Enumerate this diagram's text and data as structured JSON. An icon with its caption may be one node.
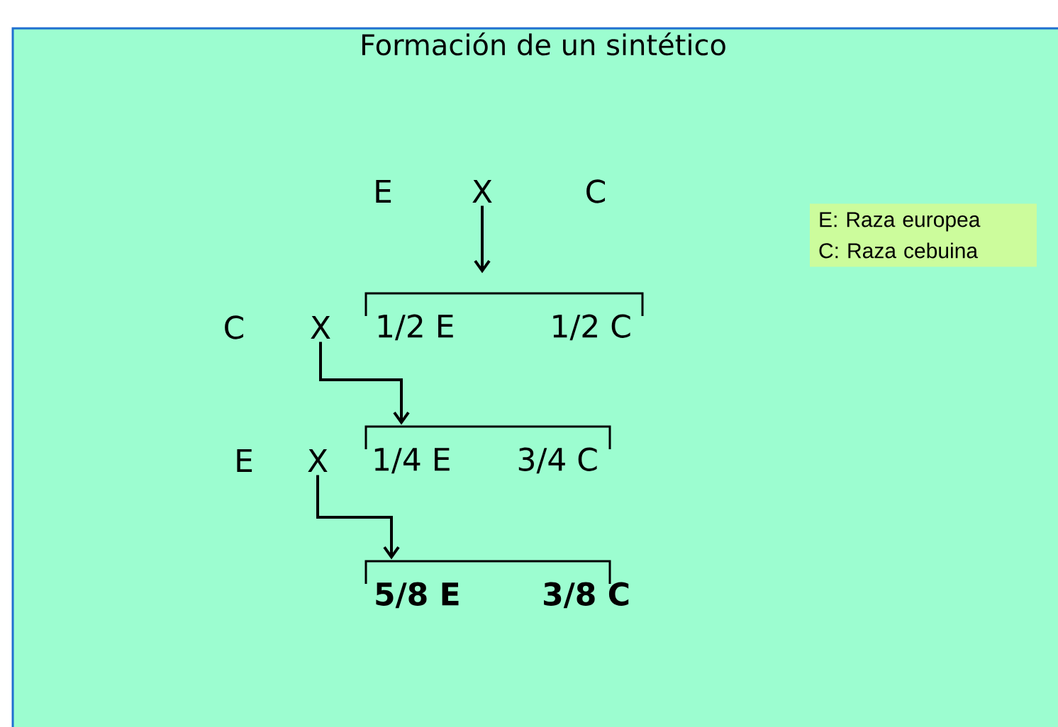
{
  "diagram": {
    "title": "Formación de un sintético",
    "nodes": [
      {
        "text": [
          "X"
        ]
      },
      {
        "text": [
          "1/2 E",
          "1/2 C"
        ]
      },
      {
        "text": [
          "X"
        ]
      },
      {
        "text": [
          "1/4 E",
          "3/4 C"
        ]
      },
      {
        "text": [
          "X"
        ]
      },
      {
        "text": [
          "5/8 E",
          "3/8 C"
        ]
      },
      {
        "text": [
          "E: Raza europea",
          "C: Raza cebuina"
        ]
      }
    ],
    "edges": [
      {
        "from": 0,
        "to": 1,
        "arrow": "to"
      },
      {
        "from": 2,
        "to": 3,
        "arrow": "to"
      },
      {
        "from": 4,
        "to": 5,
        "arrow": "to"
      }
    ],
    "labels": [
      "E",
      "C",
      "C",
      "E"
    ]
  }
}
